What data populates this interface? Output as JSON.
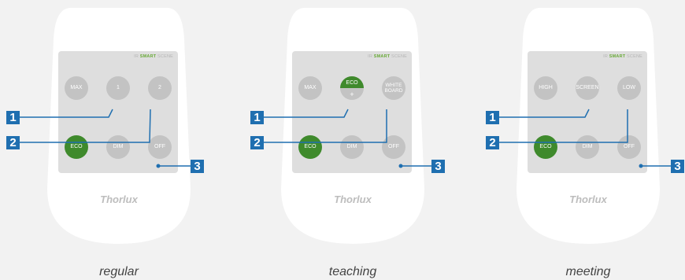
{
  "remotes": [
    {
      "caption": "regular",
      "top_row": [
        "MAX",
        "1",
        "2"
      ],
      "bottom_row": [
        "ECO",
        "DIM",
        "OFF"
      ]
    },
    {
      "caption": "teaching",
      "top_row": [
        "MAX",
        "ECO",
        "WHITE BOARD"
      ],
      "eco_plus_symbol": "+",
      "bottom_row": [
        "ECO",
        "DIM",
        "OFF"
      ]
    },
    {
      "caption": "meeting",
      "top_row": [
        "HIGH",
        "SCREEN",
        "LOW"
      ],
      "bottom_row": [
        "ECO",
        "DIM",
        "OFF"
      ]
    }
  ],
  "header": {
    "ir": "IR",
    "smart": "SMART",
    "scene": "SCENE"
  },
  "brand": "Thorlux",
  "callouts": [
    "1",
    "2",
    "3"
  ],
  "colors": {
    "green": "#3f8a2c",
    "badge_blue": "#1f6fb0",
    "button_grey": "#c3c3c3"
  }
}
